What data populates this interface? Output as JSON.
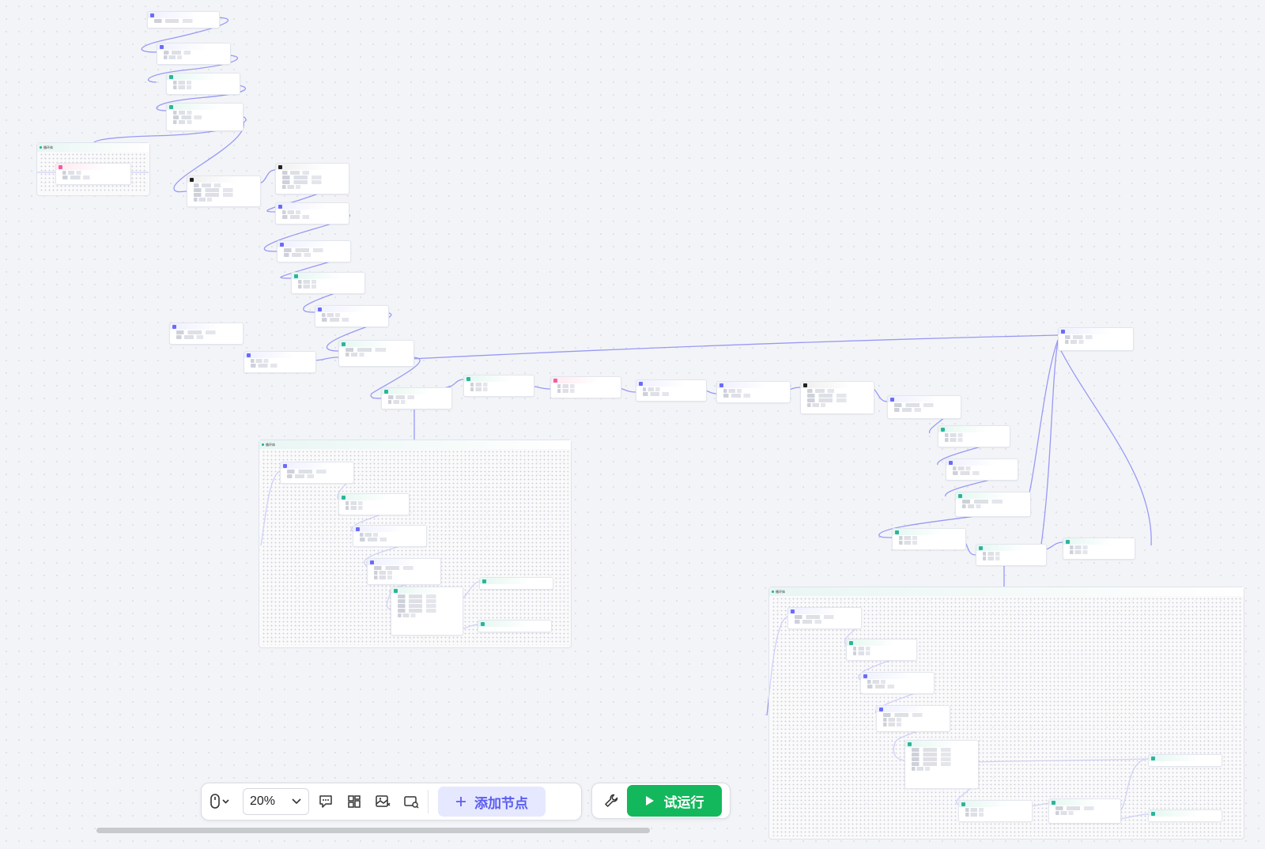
{
  "canvas": {
    "groups": [
      {
        "label": "循环体"
      },
      {
        "label": "循环体"
      },
      {
        "label": "循环体"
      }
    ]
  },
  "toolbar": {
    "zoom": "20%",
    "add_node": "添加节点",
    "run": "试运行"
  },
  "colors": {
    "accent": "#6b6cf6",
    "run_green": "#14b85c",
    "add_bg": "#e6e8ff",
    "edge": "#8f90f5"
  }
}
